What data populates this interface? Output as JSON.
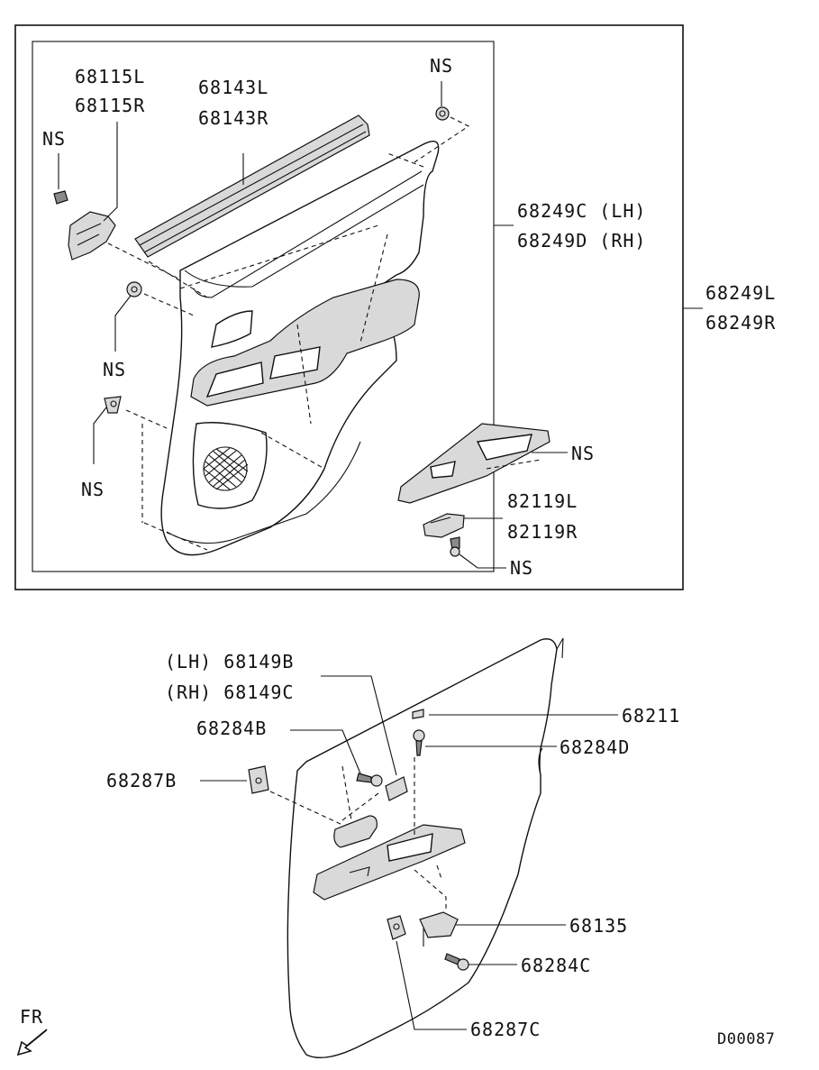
{
  "labels": {
    "p68115": [
      "68115L",
      "68115R"
    ],
    "p68143": [
      "68143L",
      "68143R"
    ],
    "p68249CD": [
      "68249C (LH)",
      "68249D (RH)"
    ],
    "p68249LR": [
      "68249L",
      "68249R"
    ],
    "p82119": [
      "82119L",
      "82119R"
    ],
    "p68149": [
      "(LH) 68149B",
      "(RH) 68149C"
    ],
    "p68284B": "68284B",
    "p68287B": "68287B",
    "p68211": "68211",
    "p68284D": "68284D",
    "p68135": "68135",
    "p68284C": "68284C",
    "p68287C": "68287C",
    "ns": "NS",
    "fr": "FR",
    "drawing_id": "D00087"
  }
}
